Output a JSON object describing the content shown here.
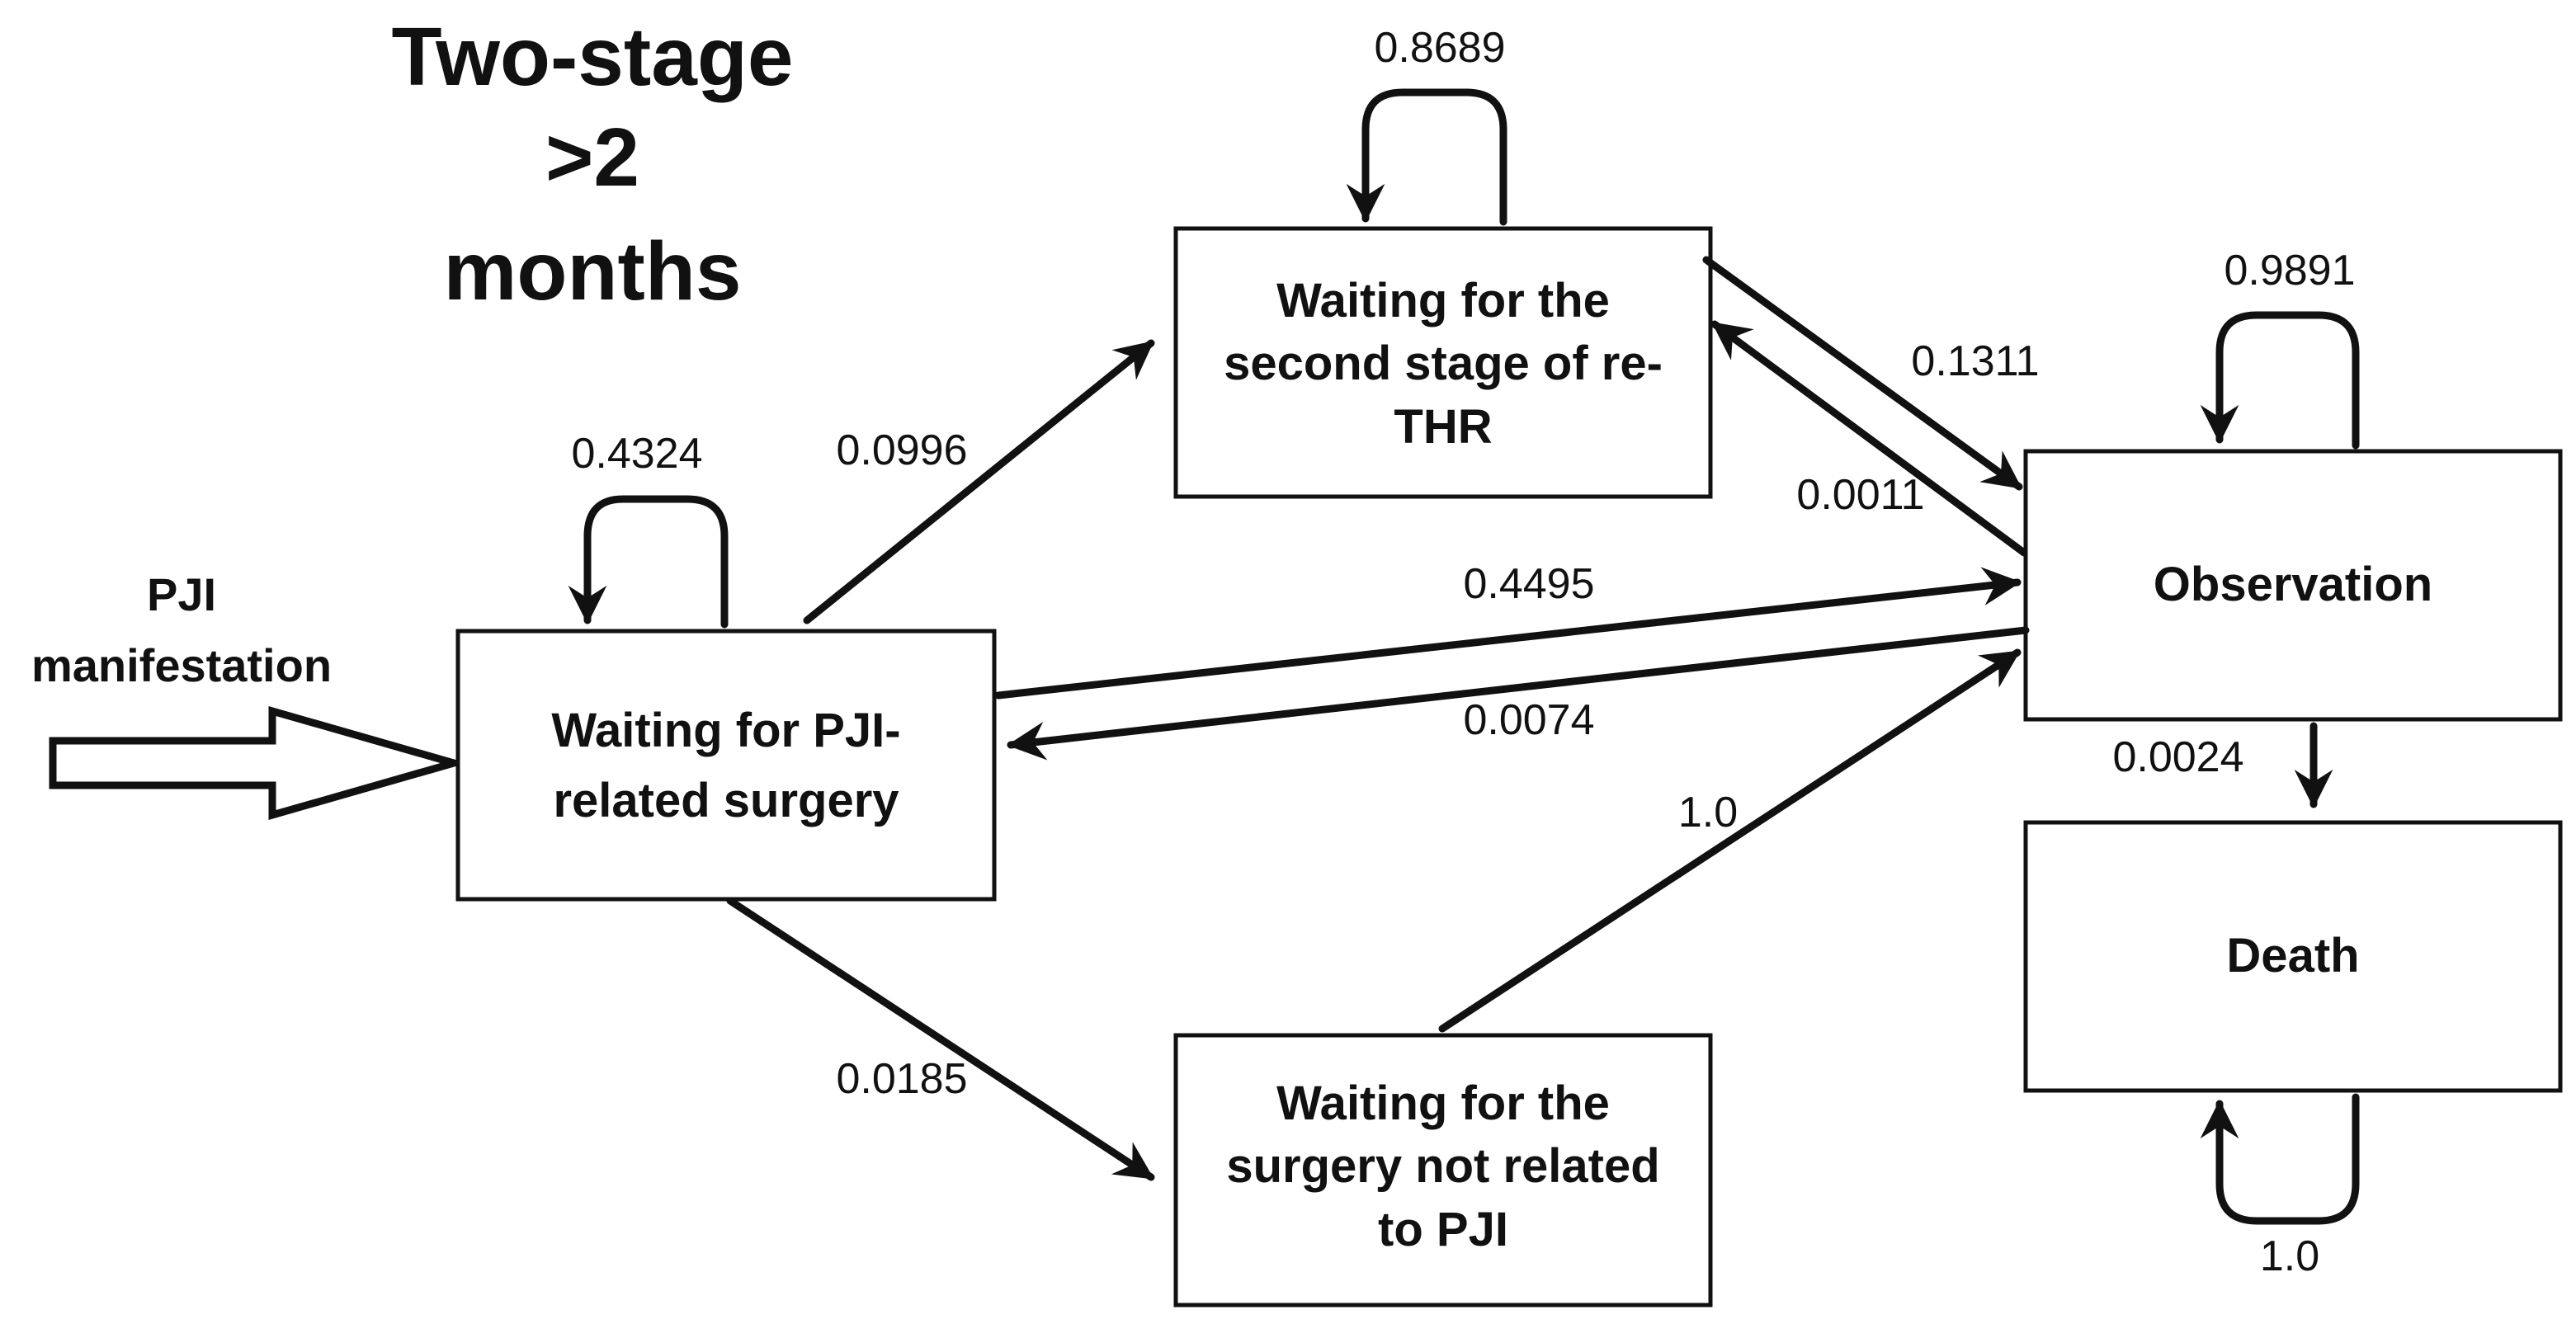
{
  "title": {
    "lines": [
      "Two-stage",
      ">2",
      "months"
    ]
  },
  "entry": {
    "lines": [
      "PJI",
      "manifestation"
    ]
  },
  "states": {
    "waiting_pji": {
      "lines": [
        "Waiting for PJI-",
        "related surgery"
      ]
    },
    "waiting_second": {
      "lines": [
        "Waiting for the",
        "second stage of re-",
        "THR"
      ]
    },
    "waiting_other": {
      "lines": [
        "Waiting for the",
        "surgery not related",
        "to PJI"
      ]
    },
    "observation": {
      "lines": [
        "Observation"
      ]
    },
    "death": {
      "lines": [
        "Death"
      ]
    }
  },
  "transitions": {
    "pji_self": "0.4324",
    "pji_to_second": "0.0996",
    "pji_to_observation": "0.4495",
    "observation_to_pji": "0.0074",
    "pji_to_other": "0.0185",
    "second_self": "0.8689",
    "second_to_observation": "0.1311",
    "observation_to_second": "0.0011",
    "other_to_observation": "1.0",
    "observation_self": "0.9891",
    "observation_to_death": "0.0024",
    "death_self": "1.0"
  }
}
